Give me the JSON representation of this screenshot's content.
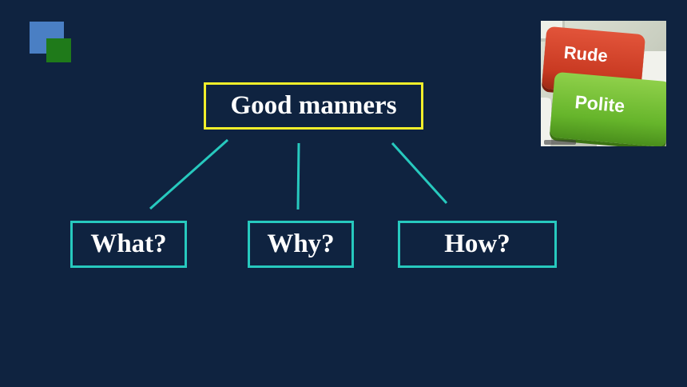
{
  "diagram": {
    "root": {
      "label": "Good manners"
    },
    "children": [
      {
        "label": "What?"
      },
      {
        "label": "Why?"
      },
      {
        "label": "How?"
      }
    ]
  },
  "image": {
    "keys": [
      "Rude",
      "Polite"
    ],
    "description_colors": {
      "rude": "#c93a22",
      "polite": "#66b52b"
    }
  },
  "colors": {
    "background": "#0f2340",
    "root_border": "#f2ee2a",
    "child_border": "#27c9be",
    "connector": "#27c9be",
    "deco_blue": "#4a7fc4",
    "deco_green": "#1f7a1a"
  }
}
